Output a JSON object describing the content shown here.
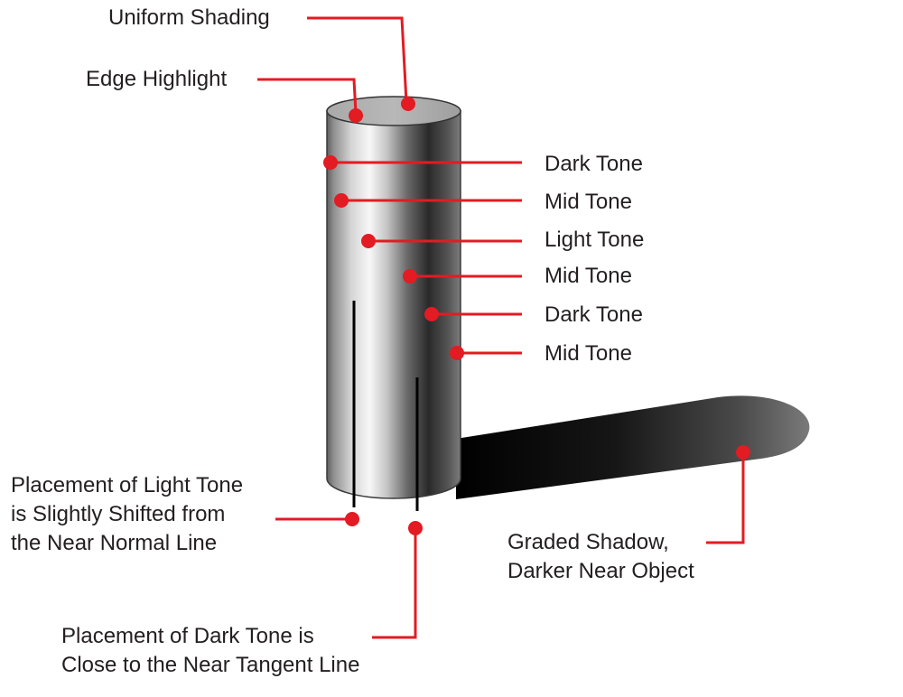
{
  "labels": {
    "uniform_shading": "Uniform Shading",
    "edge_highlight": "Edge Highlight",
    "tone_1": "Dark Tone",
    "tone_2": "Mid Tone",
    "tone_3": "Light Tone",
    "tone_4": "Mid Tone",
    "tone_5": "Dark Tone",
    "tone_6": "Mid Tone",
    "light_placement": [
      "Placement of Light Tone",
      "is Slightly Shifted from",
      "the Near Normal Line"
    ],
    "dark_placement": [
      "Placement of Dark Tone is",
      "Close to the Near Tangent Line"
    ],
    "graded_shadow": [
      "Graded Shadow,",
      "Darker Near Object"
    ]
  },
  "colors": {
    "callout": "#e31b23",
    "text": "#231f20",
    "reference_line": "#000000"
  }
}
